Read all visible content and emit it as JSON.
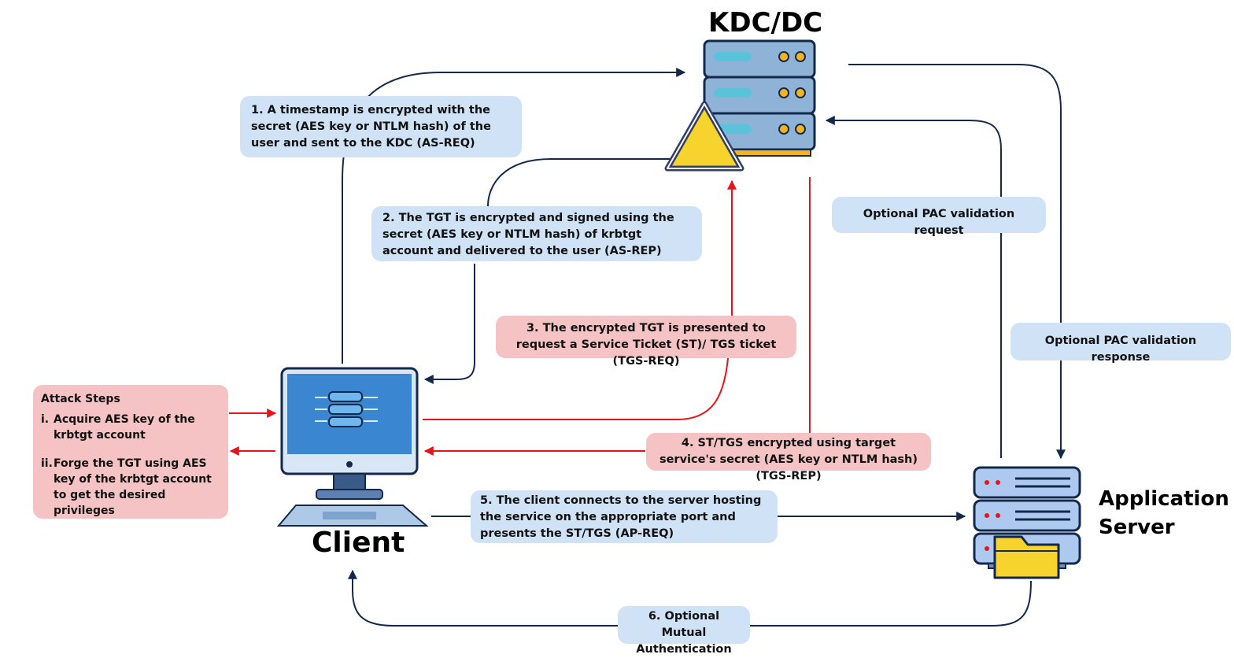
{
  "titles": {
    "kdc": "KDC/DC",
    "client": "Client",
    "app_server": "Application Server"
  },
  "steps": {
    "s1": "1. A timestamp is encrypted with the secret (AES key or NTLM hash) of the user and sent to the KDC (AS-REQ)",
    "s2": "2. The TGT is encrypted and signed using the secret (AES key or NTLM hash) of krbtgt account and delivered to the user (AS-REP)",
    "s3": "3. The encrypted TGT is presented to request a Service Ticket (ST)/ TGS ticket (TGS-REQ)",
    "s4": "4. ST/TGS encrypted using target service's secret (AES key or NTLM hash)(TGS-REP)",
    "s5": "5. The client connects to the server hosting the service on the appropriate port and presents the ST/TGS (AP-REQ)",
    "s6": "6. Optional Mutual Authentication",
    "pac_request": "Optional PAC validation request",
    "pac_response": "Optional PAC validation response"
  },
  "attack": {
    "heading": "Attack Steps",
    "items": [
      {
        "num": "i.",
        "text": "Acquire AES key of the krbtgt account"
      },
      {
        "num": "ii.",
        "text": "Forge the TGT using AES key of the krbtgt account to get the desired privileges"
      }
    ]
  },
  "colors": {
    "blue_box": "#cfe2f6",
    "pink_box": "#f6c3c4",
    "navy_line": "#13294b",
    "red_line": "#e8141b",
    "warning_yellow": "#f6d32d"
  }
}
